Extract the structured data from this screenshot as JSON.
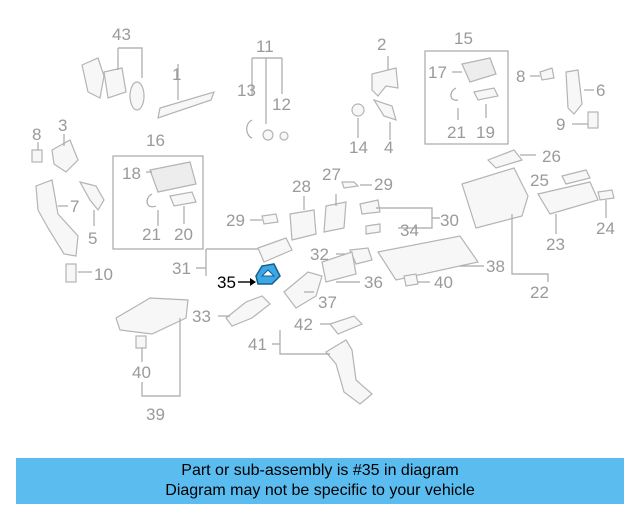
{
  "diagram": {
    "highlighted_part": "35",
    "highlight_color": "#3aa7e6",
    "callouts": {
      "c1": "1",
      "c2": "2",
      "c3": "3",
      "c4": "4",
      "c5": "5",
      "c6": "6",
      "c7": "7",
      "c8a": "8",
      "c8b": "8",
      "c9": "9",
      "c10": "10",
      "c11": "11",
      "c12": "12",
      "c13": "13",
      "c14": "14",
      "c15": "15",
      "c16": "16",
      "c17": "17",
      "c18": "18",
      "c19": "19",
      "c20": "20",
      "c21a": "21",
      "c21b": "21",
      "c22": "22",
      "c23": "23",
      "c24": "24",
      "c25": "25",
      "c26": "26",
      "c27": "27",
      "c28": "28",
      "c29a": "29",
      "c29b": "29",
      "c30": "30",
      "c31": "31",
      "c32": "32",
      "c33": "33",
      "c34": "34",
      "c35": "35",
      "c36": "36",
      "c37": "37",
      "c38": "38",
      "c39": "39",
      "c40a": "40",
      "c40b": "40",
      "c41": "41",
      "c42": "42",
      "c43": "43"
    }
  },
  "banner": {
    "background": "#5bbcf0",
    "line1": "Part or sub-assembly is #35 in diagram",
    "line2": "Diagram may not be specific to your vehicle"
  }
}
